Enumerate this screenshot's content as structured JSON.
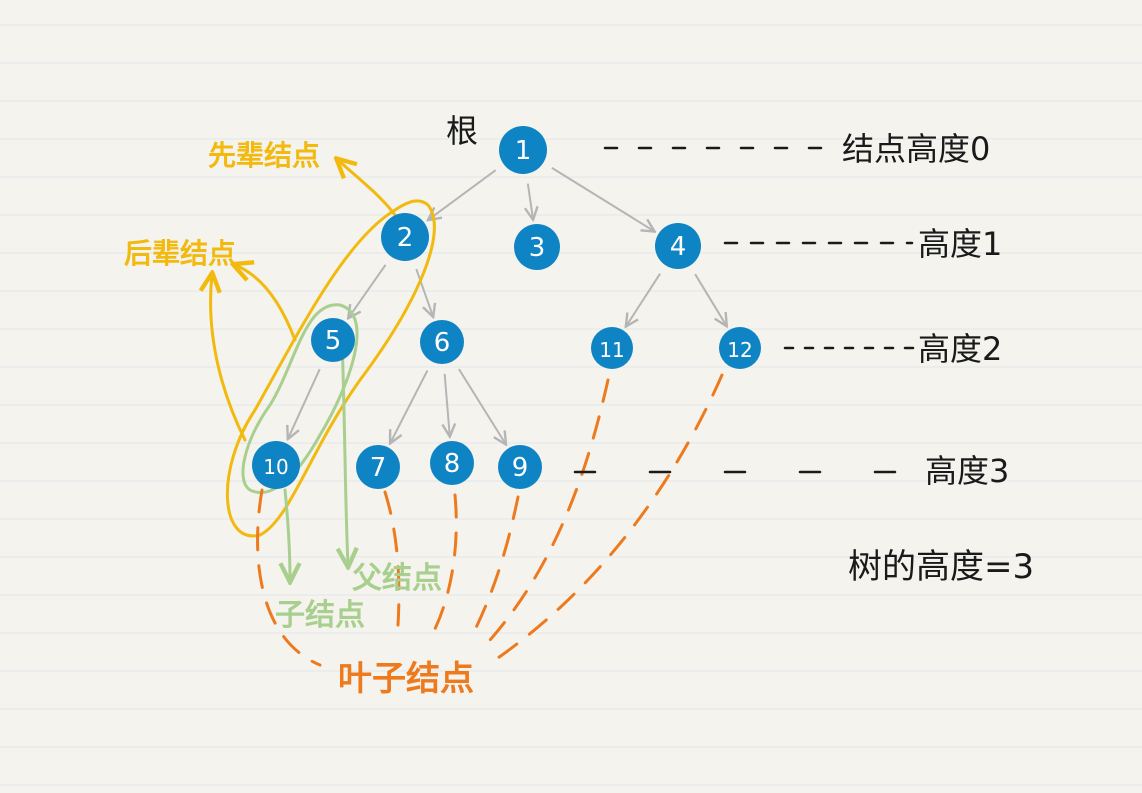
{
  "diagram": {
    "root_label": "根",
    "nodes": [
      {
        "id": "n1",
        "label": "1"
      },
      {
        "id": "n2",
        "label": "2"
      },
      {
        "id": "n3",
        "label": "3"
      },
      {
        "id": "n4",
        "label": "4"
      },
      {
        "id": "n5",
        "label": "5"
      },
      {
        "id": "n6",
        "label": "6"
      },
      {
        "id": "n7",
        "label": "7"
      },
      {
        "id": "n8",
        "label": "8"
      },
      {
        "id": "n9",
        "label": "9"
      },
      {
        "id": "n10",
        "label": "10"
      },
      {
        "id": "n11",
        "label": "11"
      },
      {
        "id": "n12",
        "label": "12"
      }
    ],
    "edges": [
      [
        "n1",
        "n2"
      ],
      [
        "n1",
        "n3"
      ],
      [
        "n1",
        "n4"
      ],
      [
        "n2",
        "n5"
      ],
      [
        "n2",
        "n6"
      ],
      [
        "n4",
        "n11"
      ],
      [
        "n4",
        "n12"
      ],
      [
        "n5",
        "n10"
      ],
      [
        "n6",
        "n7"
      ],
      [
        "n6",
        "n8"
      ],
      [
        "n6",
        "n9"
      ]
    ],
    "level_labels": [
      "结点高度0",
      "高度1",
      "高度2",
      "高度3"
    ],
    "tree_height_label": "树的高度=3",
    "annotations": {
      "ancestor": "先辈结点",
      "descendant": "后辈结点",
      "parent": "父结点",
      "child": "子结点",
      "leaf": "叶子结点"
    },
    "colors": {
      "node_fill": "#0f84c4",
      "node_text": "#ffffff",
      "edge": "#b5b5b5",
      "ancestor_group": "#f2b90f",
      "parent_child_group": "#a9cf8f",
      "leaf_markers": "#ee7a1e",
      "text": "#1a1a1a",
      "paper": "#f4f3ee",
      "rule_lines": "#e2e6ea"
    }
  }
}
